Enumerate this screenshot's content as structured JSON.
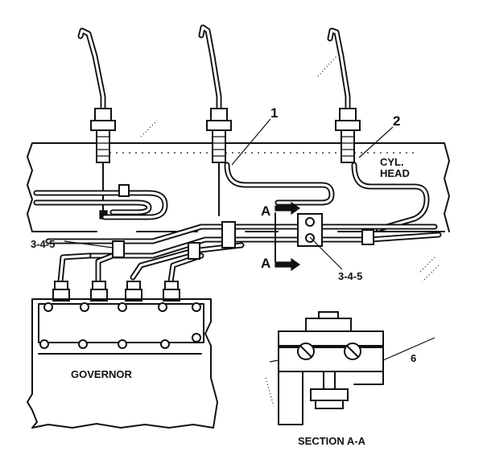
{
  "labels": {
    "callout_1": "1",
    "callout_2": "2",
    "cyl_head_line1": "CYL.",
    "cyl_head_line2": "HEAD",
    "section_a_top": "A",
    "section_a_bottom": "A",
    "clamp_callout_left": "3-4-5",
    "clamp_callout_right": "3-4-5",
    "governor": "GOVERNOR",
    "section_title": "SECTION A-A",
    "section_callout": "6"
  }
}
